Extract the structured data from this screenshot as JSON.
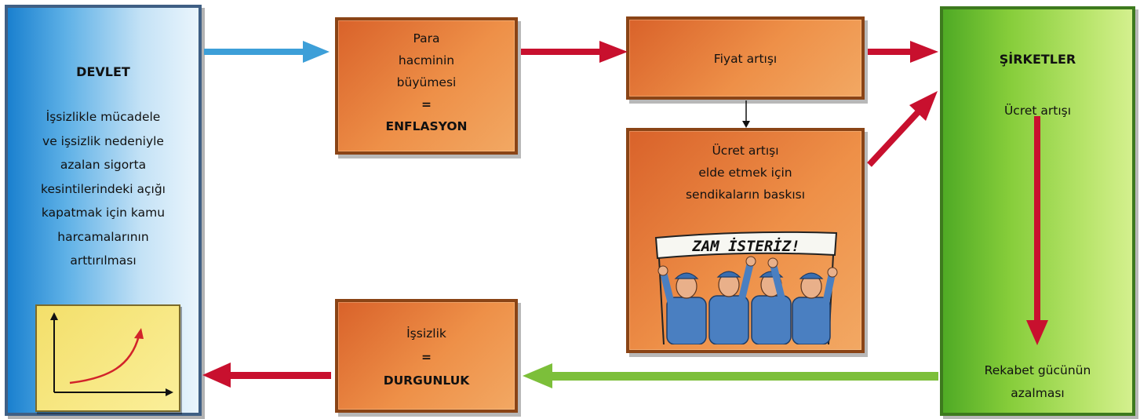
{
  "devlet": {
    "title": "DEVLET",
    "lines": [
      "İşsizlikle mücadele",
      "ve işsizlik nedeniyle",
      "azalan sigorta",
      "kesintilerindeki açığı",
      "kapatmak için kamu",
      "harcamalarının",
      "arttırılması"
    ]
  },
  "para": {
    "lines": [
      "Para",
      "hacminin",
      "büyümesi"
    ],
    "equals": "=",
    "result": "ENFLASYON"
  },
  "fiyat": {
    "label": "Fiyat artışı"
  },
  "sendika": {
    "lines": [
      "Ücret artışı",
      "elde etmek için",
      "sendikaların baskısı"
    ],
    "banner": "ZAM İSTERİZ!"
  },
  "sirketler": {
    "title": "ŞİRKETLER",
    "wage": "Ücret artışı",
    "compete_lines": [
      "Rekabet gücünün",
      "azalması"
    ]
  },
  "issizlik": {
    "label": "İşsizlik",
    "equals": "=",
    "result": "DURGUNLUK"
  },
  "colors": {
    "blue_arrow": "#3d9fd8",
    "red_arrow": "#c8102e",
    "green_arrow": "#7cbf3a",
    "box_orange": "#ee9048"
  }
}
